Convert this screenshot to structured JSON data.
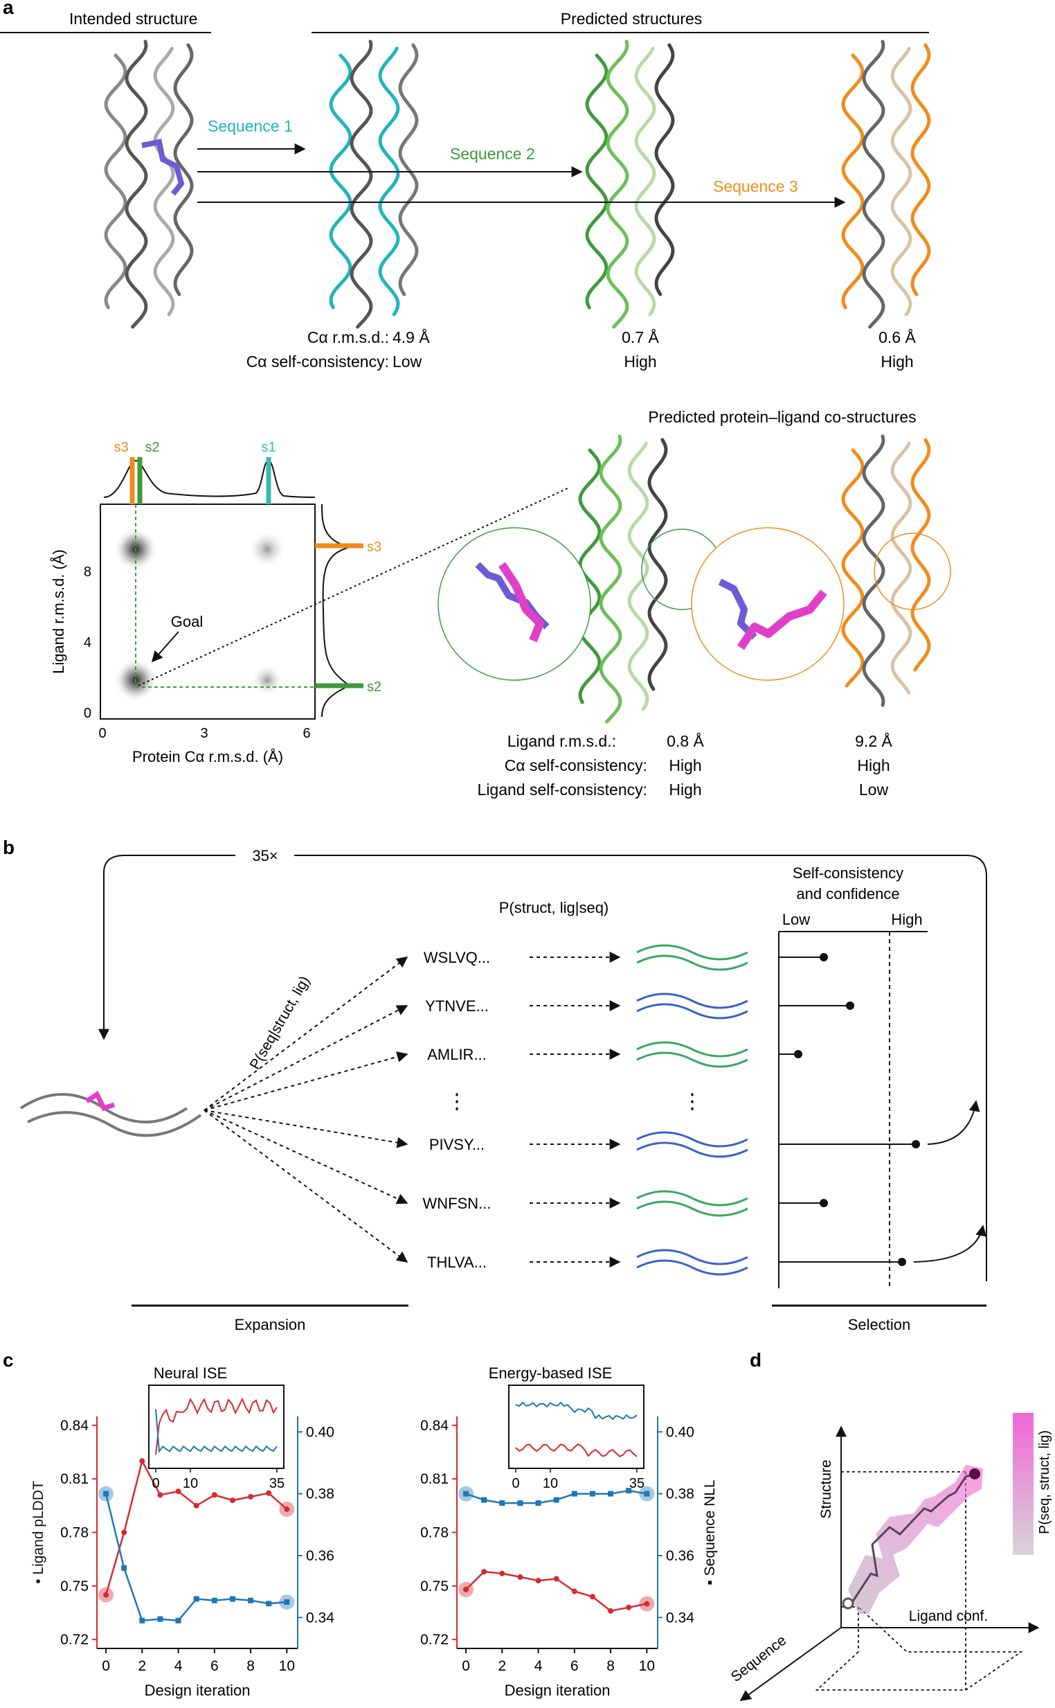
{
  "panels": {
    "a": "a",
    "b": "b",
    "c": "c",
    "d": "d"
  },
  "colors": {
    "cyan": "#1fb5bd",
    "green": "#3f9a3c",
    "orange": "#f08c1a",
    "purple": "#6b5bd6",
    "magenta": "#e040c8",
    "red": "#d62a30",
    "blue": "#1f77b4",
    "gray": "#555555"
  },
  "panel_a": {
    "intended_title": "Intended structure",
    "predicted_title": "Predicted structures",
    "seq1": "Sequence 1",
    "seq2": "Sequence 2",
    "seq3": "Sequence 3",
    "rmsd_label": "Cα r.m.s.d.:",
    "selfcons_label": "Cα self-consistency:",
    "rmsd_values": [
      "4.9 Å",
      "0.7 Å",
      "0.6 Å"
    ],
    "selfcons_values": [
      "Low",
      "High",
      "High"
    ],
    "costruct_title": "Predicted protein–ligand co-structures",
    "lig_rmsd_label": "Ligand r.m.s.d.:",
    "ca_self_label": "Cα self-consistency:",
    "lig_self_label": "Ligand self-consistency:",
    "lig_rmsd_values": [
      "0.8 Å",
      "9.2 Å"
    ],
    "ca_self_values": [
      "High",
      "High"
    ],
    "lig_self_values": [
      "High",
      "Low"
    ]
  },
  "scatter": {
    "xlabel": "Protein Cα r.m.s.d. (Å)",
    "ylabel": "Ligand r.m.s.d. (Å)",
    "xticks": [
      "0",
      "3",
      "6"
    ],
    "yticks": [
      "0",
      "4",
      "8"
    ],
    "goal": "Goal",
    "markers": {
      "s1": "s1",
      "s2": "s2",
      "s3": "s3"
    }
  },
  "panel_b": {
    "loop_label": "35×",
    "policy_label": "P(seq|struct, lig)",
    "pred_label": "P(struct, lig|seq)",
    "selfcons_title_1": "Self-consistency",
    "selfcons_title_2": "and confidence",
    "low": "Low",
    "high": "High",
    "sequences": [
      "WSLVQ...",
      "YTNVE...",
      "AMLIR...",
      "PIVSY...",
      "WNFSN...",
      "THLVA..."
    ],
    "dots": "⋮",
    "expansion": "Expansion",
    "selection": "Selection"
  },
  "chart_data": [
    {
      "type": "line",
      "title": "Neural ISE",
      "xlabel": "Design iteration",
      "ylabel_left": "Ligand pLDDT",
      "ylabel_right": "",
      "x": [
        0,
        1,
        2,
        3,
        4,
        5,
        6,
        7,
        8,
        9,
        10
      ],
      "xticks": [
        "0",
        "2",
        "4",
        "6",
        "8",
        "10"
      ],
      "yticks_left": [
        "0.72",
        "0.75",
        "0.78",
        "0.81",
        "0.84"
      ],
      "yticks_right": [
        "0.34",
        "0.36",
        "0.38",
        "0.40"
      ],
      "ylim_left": [
        0.715,
        0.845
      ],
      "ylim_right": [
        0.33,
        0.405
      ],
      "series": [
        {
          "name": "Ligand pLDDT",
          "axis": "left",
          "color": "#d62a30",
          "values": [
            0.745,
            0.78,
            0.82,
            0.801,
            0.803,
            0.795,
            0.801,
            0.798,
            0.8,
            0.802,
            0.793
          ]
        },
        {
          "name": "Sequence NLL",
          "axis": "right",
          "color": "#1f77b4",
          "values": [
            0.38,
            0.356,
            0.339,
            0.3395,
            0.339,
            0.346,
            0.3455,
            0.346,
            0.3455,
            0.3445,
            0.345
          ]
        }
      ],
      "inset_xticks": [
        "0",
        "10",
        "35"
      ]
    },
    {
      "type": "line",
      "title": "Energy-based ISE",
      "xlabel": "Design iteration",
      "ylabel_left": "",
      "ylabel_right": "Sequence NLL",
      "x": [
        0,
        1,
        2,
        3,
        4,
        5,
        6,
        7,
        8,
        9,
        10
      ],
      "xticks": [
        "0",
        "2",
        "4",
        "6",
        "8",
        "10"
      ],
      "yticks_left": [
        "0.72",
        "0.75",
        "0.78",
        "0.81",
        "0.84"
      ],
      "yticks_right": [
        "0.34",
        "0.36",
        "0.38",
        "0.40"
      ],
      "ylim_left": [
        0.715,
        0.845
      ],
      "ylim_right": [
        0.33,
        0.405
      ],
      "series": [
        {
          "name": "Ligand pLDDT",
          "axis": "left",
          "color": "#d62a30",
          "values": [
            0.748,
            0.758,
            0.757,
            0.755,
            0.753,
            0.754,
            0.747,
            0.744,
            0.736,
            0.738,
            0.74
          ]
        },
        {
          "name": "Sequence NLL",
          "axis": "right",
          "color": "#1f77b4",
          "values": [
            0.38,
            0.378,
            0.377,
            0.377,
            0.377,
            0.378,
            0.38,
            0.38,
            0.38,
            0.381,
            0.38
          ]
        }
      ],
      "inset_xticks": [
        "0",
        "10",
        "35"
      ]
    }
  ],
  "panel_d": {
    "y_axis": "Structure",
    "x_axis": "Ligand conf.",
    "z_axis": "Sequence",
    "colorbar_label": "P(seq, struct, lig)"
  }
}
